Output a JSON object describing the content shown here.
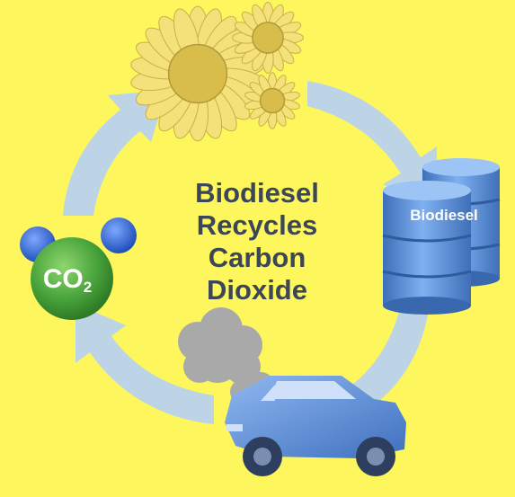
{
  "center_title_lines": [
    "Biodiesel",
    "Recycles",
    "Carbon",
    "Dioxide"
  ],
  "barrel_label": "Biodiesel",
  "co2_label": {
    "main": "CO",
    "sub": "2"
  },
  "colors": {
    "background": "#fdf75d",
    "arrow": "#b9d2ee",
    "text": "#3b4656",
    "barrel": "#5b8fd6",
    "car": "#5b8fd6",
    "co2_sphere": "#4aa53c",
    "co2_atoms": "#2e6ad1",
    "sunflower_petal": "#f4e17a",
    "sunflower_center": "#d8bd4a",
    "exhaust_smoke": "#a9a9a9"
  },
  "icons": [
    "sunflower-icon",
    "barrel-icon",
    "car-icon",
    "co2-molecule-icon",
    "exhaust-smoke-icon",
    "cycle-arrow-icon"
  ]
}
